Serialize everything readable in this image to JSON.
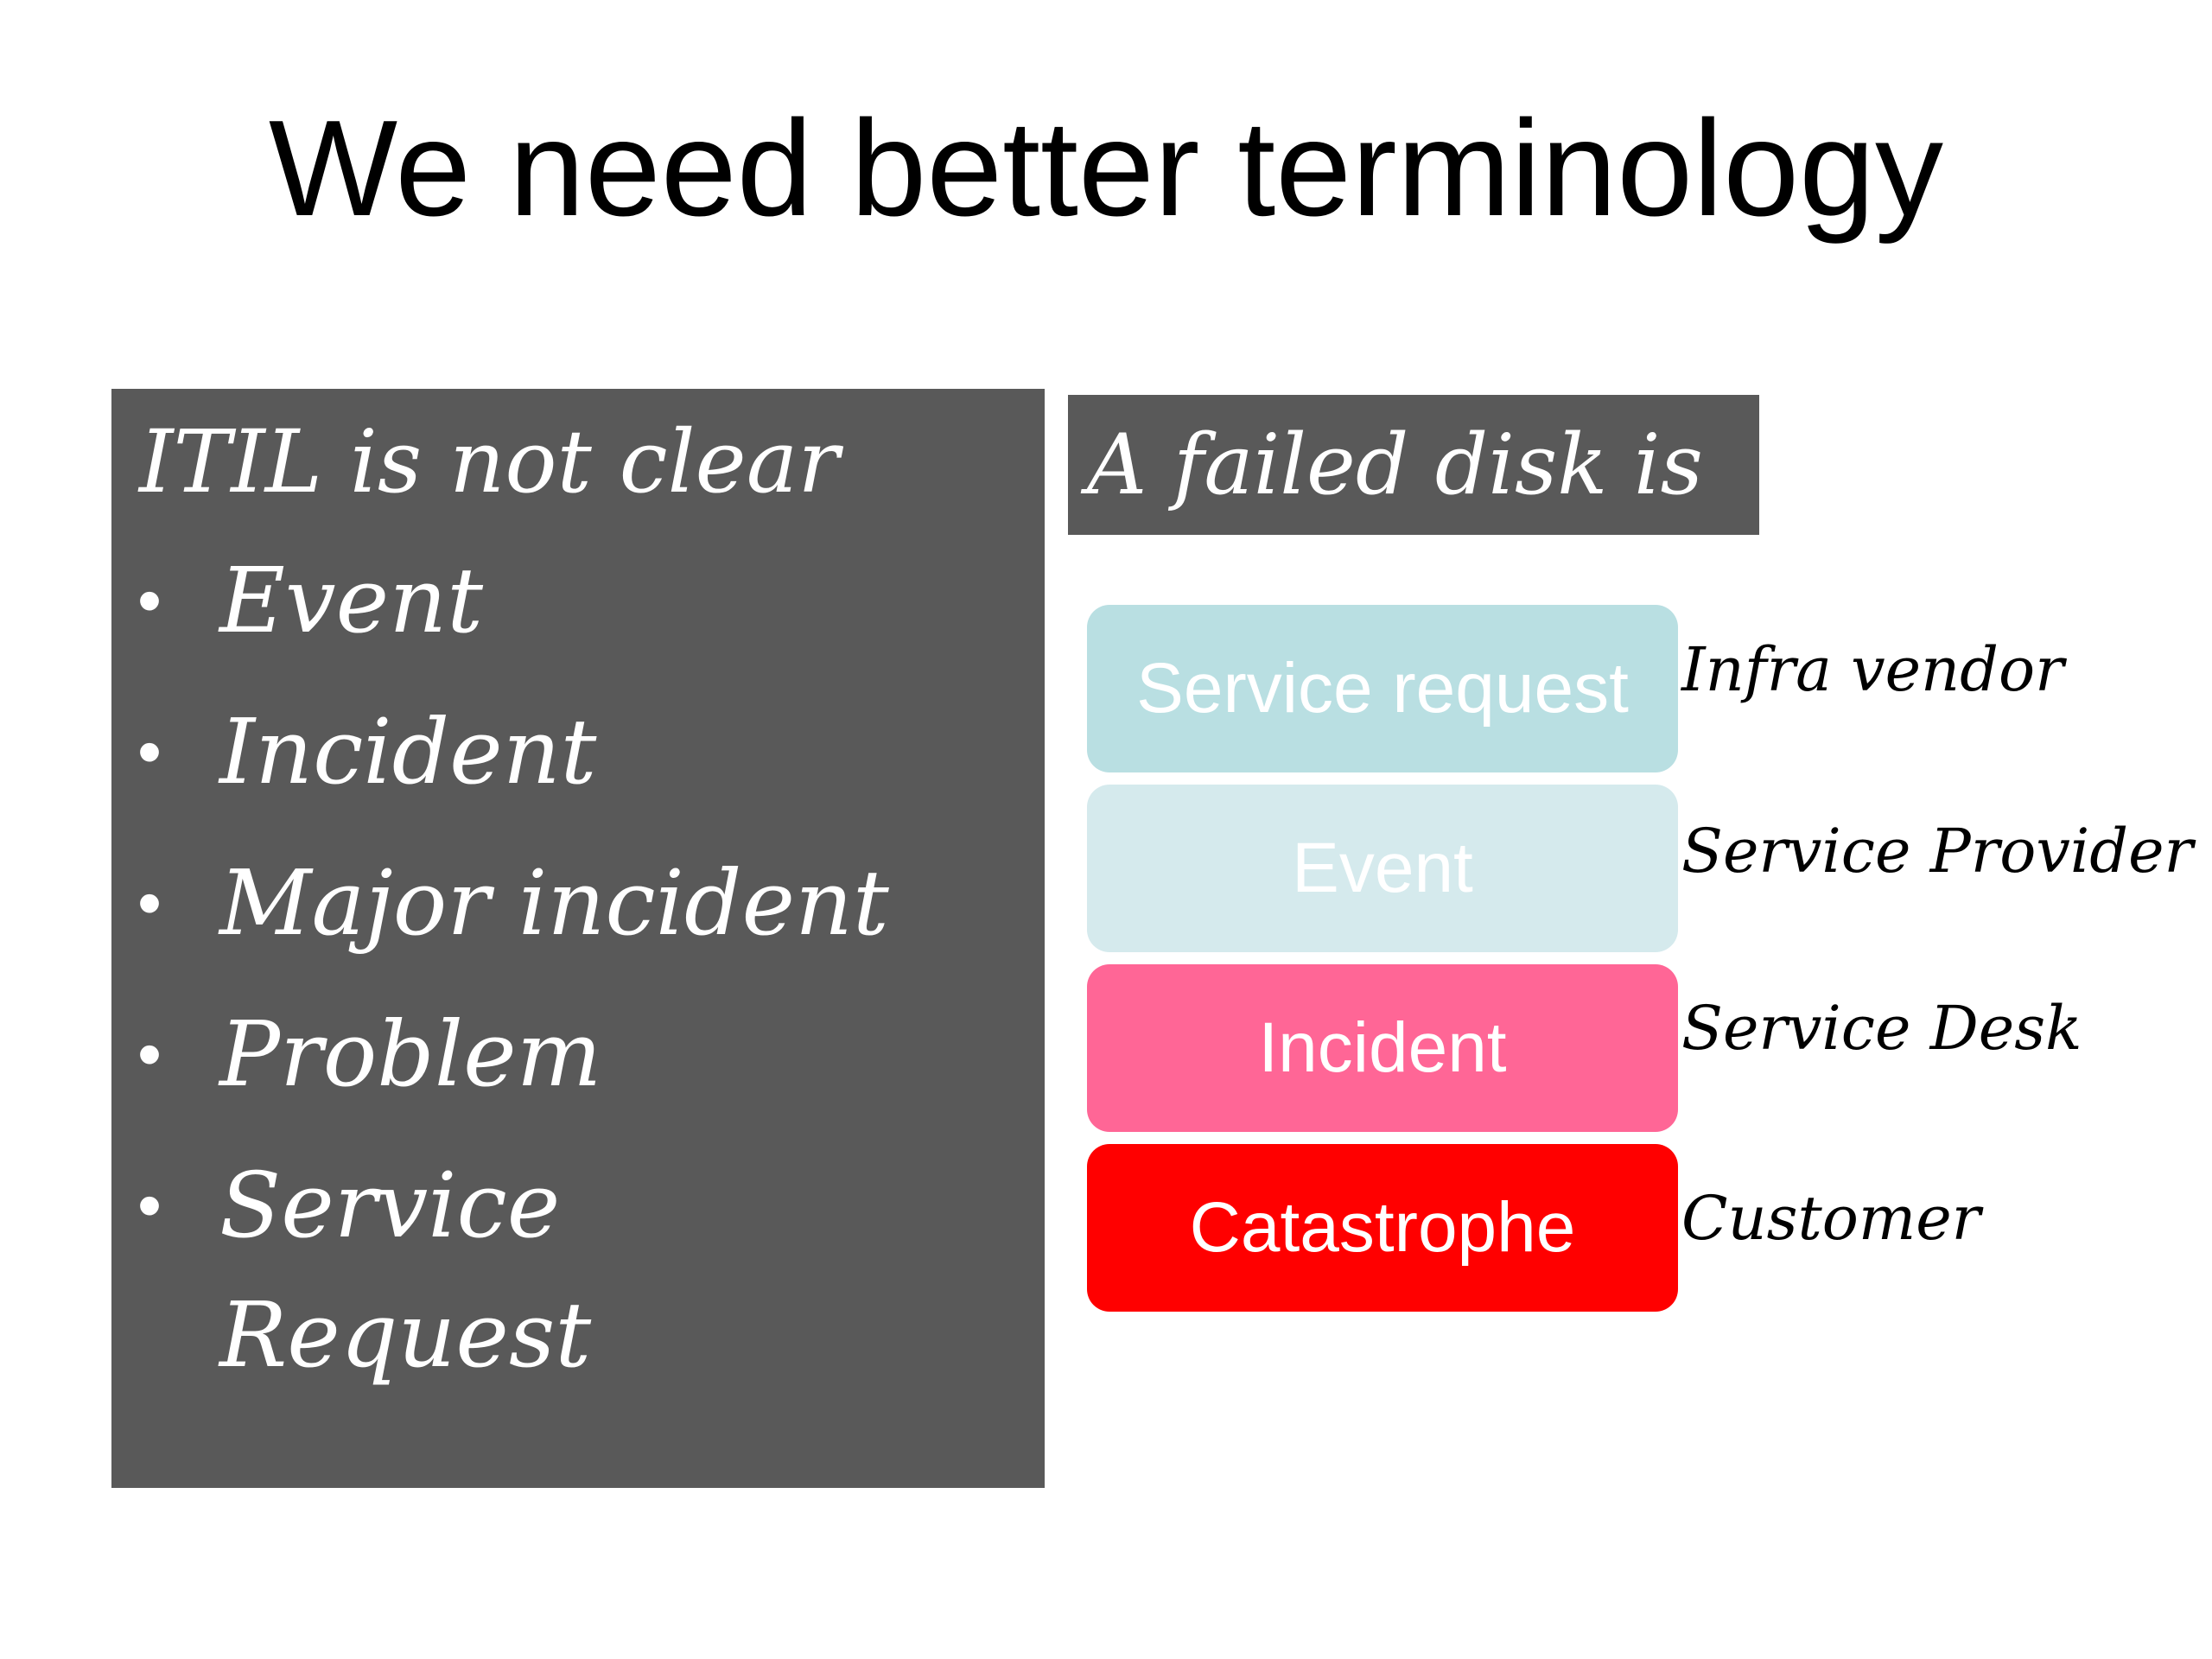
{
  "title": "We need better terminology",
  "left_panel": {
    "heading": "ITIL is not clear",
    "items": [
      "Event",
      "Incident",
      "Major incident",
      "Problem",
      "Service Request"
    ]
  },
  "right_panel": {
    "heading": "A failed disk is",
    "levels": [
      {
        "label": "Service request",
        "owner": "Infra vendor",
        "color": "#b9dfe2"
      },
      {
        "label": "Event",
        "owner": "Service Provider",
        "color": "#d5eaed"
      },
      {
        "label": "Incident",
        "owner": "Service Desk",
        "color": "#ff6696"
      },
      {
        "label": "Catastrophe",
        "owner": "Customer",
        "color": "#ff0000"
      }
    ]
  }
}
